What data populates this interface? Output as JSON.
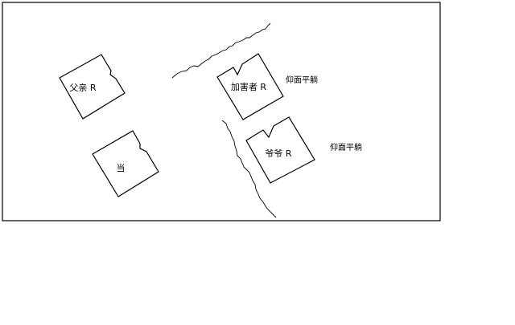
{
  "diagram": {
    "stroke_color": "#000000",
    "background_color": "#ffffff",
    "shapes": {
      "father": {
        "label": "父亲 R"
      },
      "self": {
        "label": "当"
      },
      "perpetrator": {
        "label": "加害者 R",
        "note": "仰面平躺"
      },
      "grandfather": {
        "label": "爷爷 R",
        "note": "仰面平躺"
      }
    }
  }
}
